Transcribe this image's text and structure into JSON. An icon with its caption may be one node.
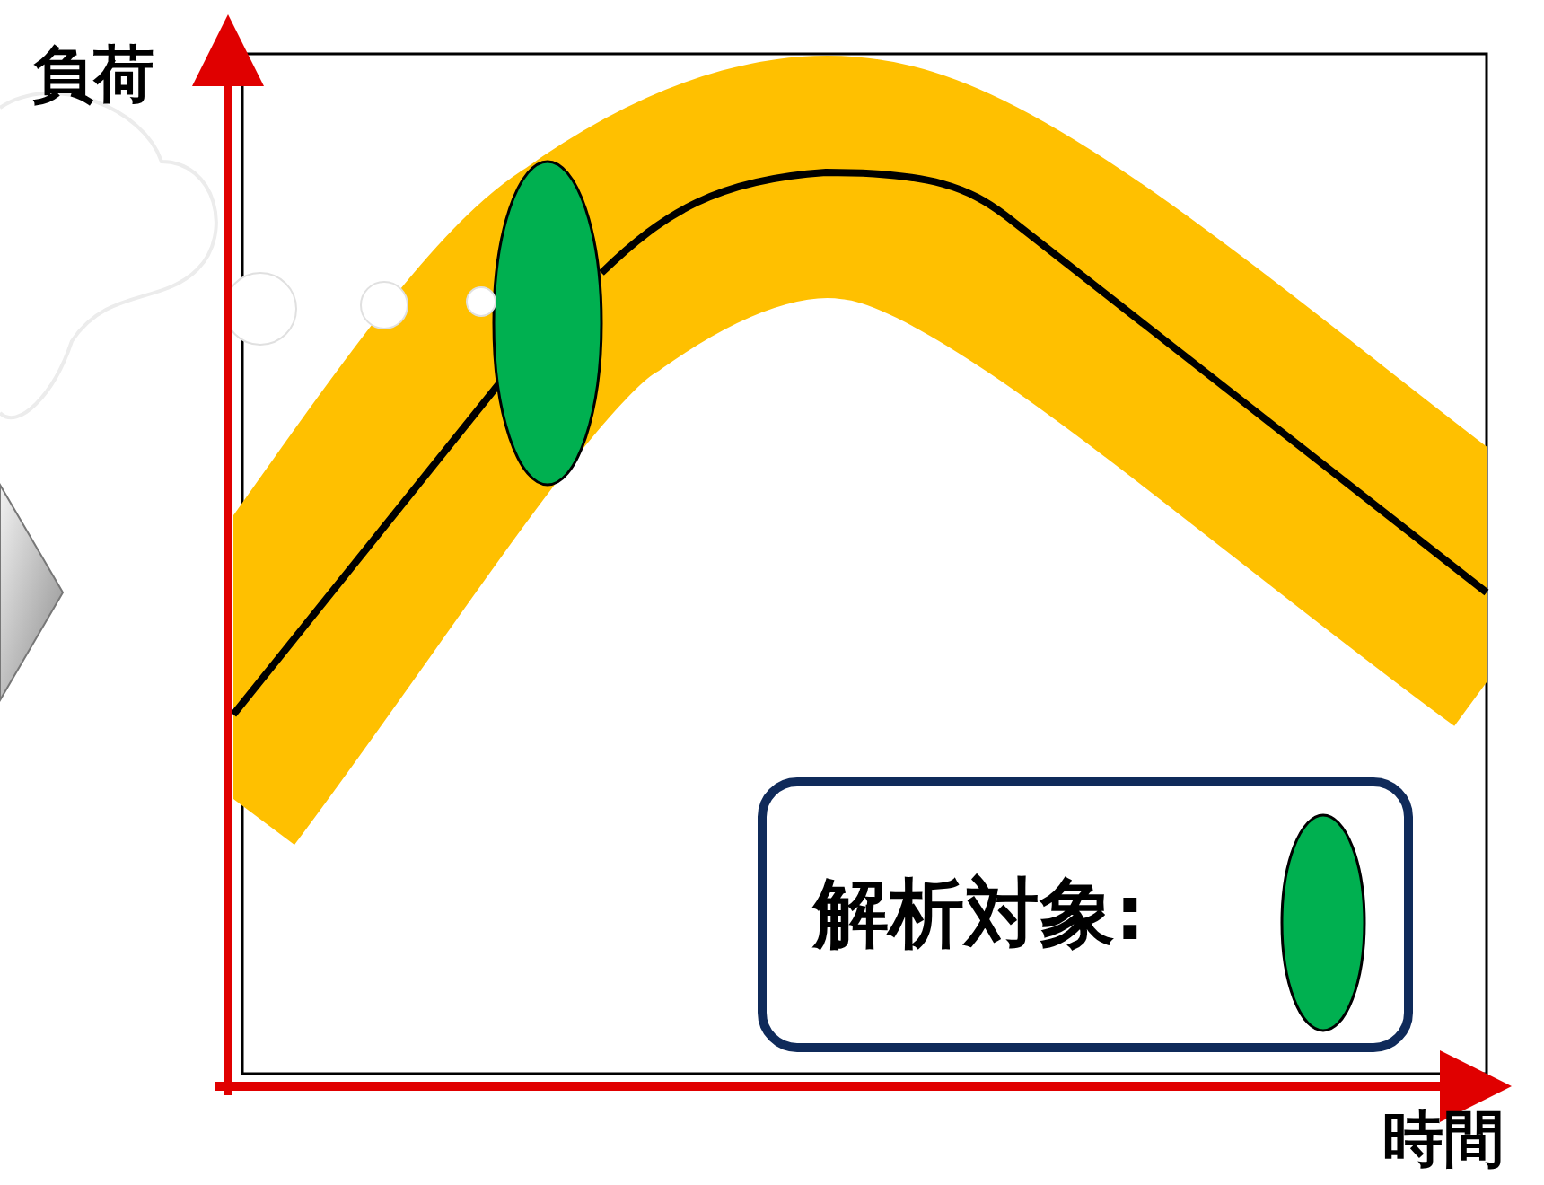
{
  "diagram": {
    "labels": [
      "負荷",
      "時間"
    ],
    "legend": [
      {
        "text": "解析対象:",
        "color": "#00b050"
      }
    ]
  }
}
